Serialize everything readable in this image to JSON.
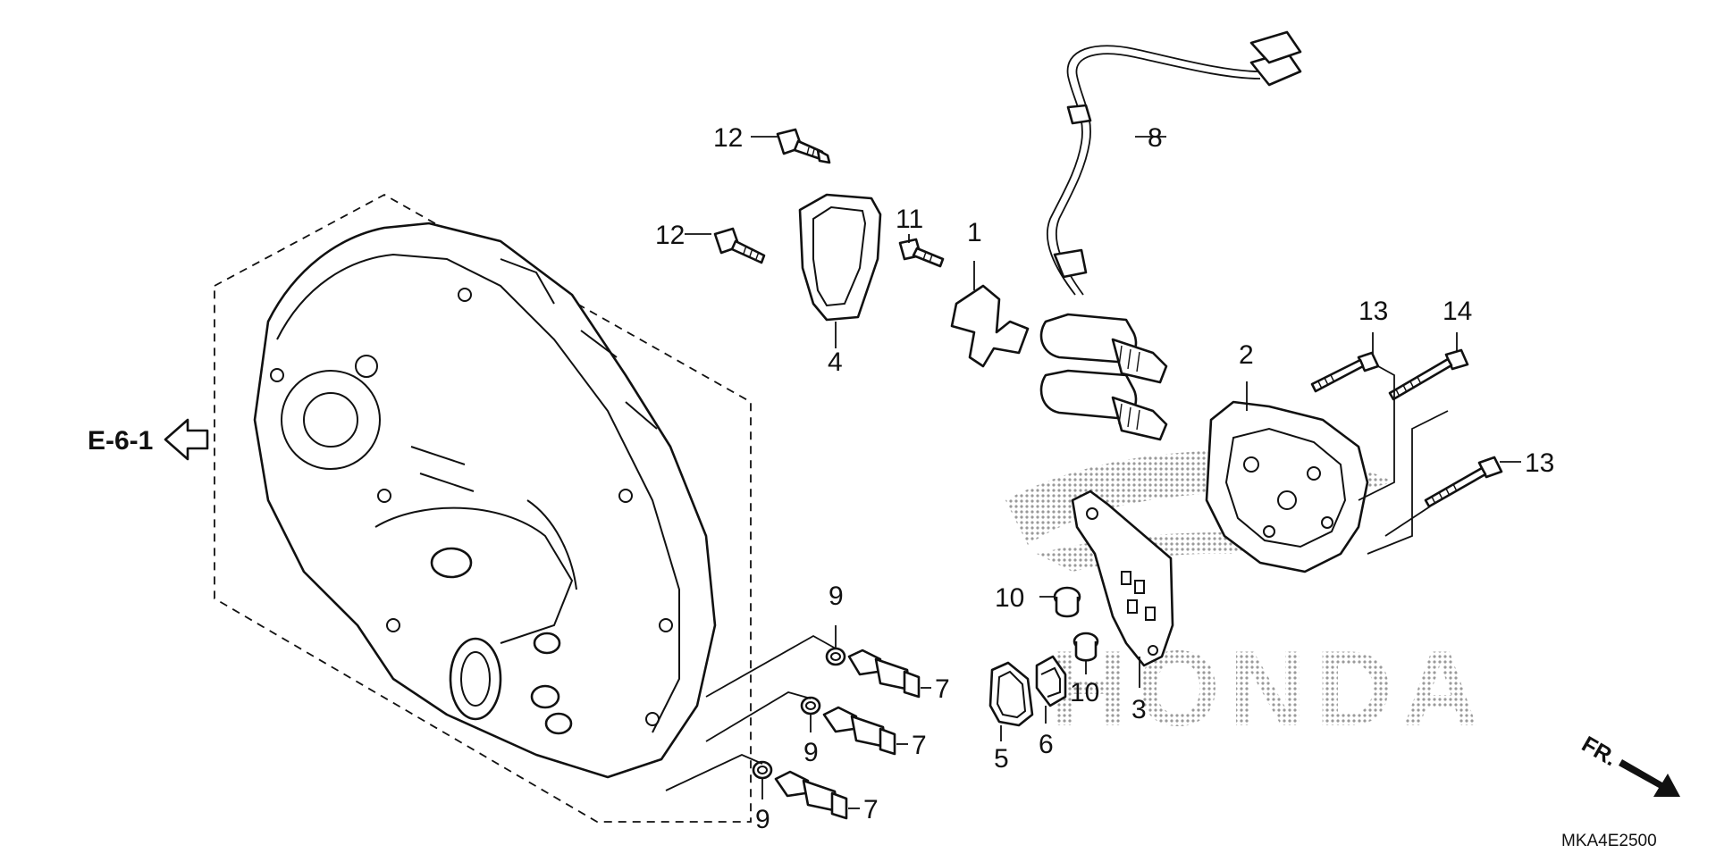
{
  "diagram": {
    "reference": {
      "text": "E-6-1",
      "arrow_icon": "hollow-left-arrow"
    },
    "direction": {
      "text": "FR.",
      "arrow_icon": "solid-right-down-arrow"
    },
    "drawing_code": "MKA4E2500",
    "watermark": {
      "text": "HONDA",
      "logo_icon": "wing-logo"
    },
    "part_labels": {
      "p1": "1",
      "p2": "2",
      "p3": "3",
      "p4": "4",
      "p5": "5",
      "p6": "6",
      "p7a": "7",
      "p7b": "7",
      "p7c": "7",
      "p8": "8",
      "p9a": "9",
      "p9b": "9",
      "p9c": "9",
      "p10a": "10",
      "p10b": "10",
      "p11": "11",
      "p12a": "12",
      "p12b": "12",
      "p13a": "13",
      "p13b": "13",
      "p14": "14"
    }
  }
}
